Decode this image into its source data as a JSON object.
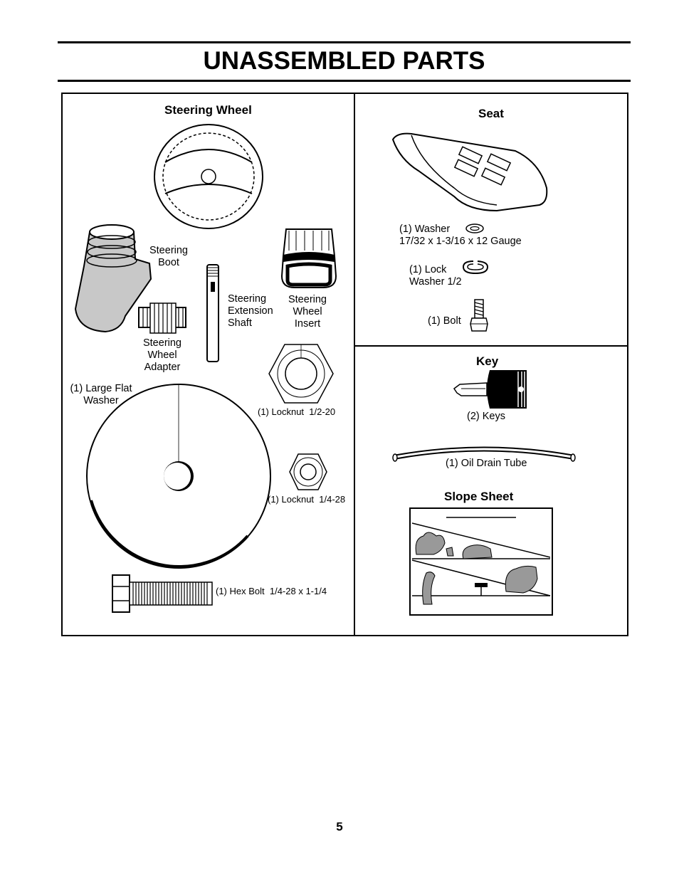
{
  "title": "UNASSEMBLED PARTS",
  "page_number": "5",
  "left_panel": {
    "heading": "Steering Wheel",
    "steering_boot": "Steering\nBoot",
    "steering_extension_shaft": "Steering\nExtension\nShaft",
    "steering_wheel_insert": "Steering\nWheel\nInsert",
    "steering_wheel_adapter": "Steering\nWheel\nAdapter",
    "large_flat_washer": "(1) Large Flat\nWasher",
    "locknut_large": "(1) Locknut  1/2-20",
    "locknut_small": "(1) Locknut  1/4-28",
    "hex_bolt": "(1) Hex Bolt  1/4-28 x 1-1/4"
  },
  "seat_panel": {
    "heading": "Seat",
    "washer": "(1) Washer\n17/32 x 1-3/16 x 12 Gauge",
    "lock_washer": "(1) Lock\nWasher 1/2",
    "bolt": "(1) Bolt"
  },
  "key_panel": {
    "heading": "Key",
    "keys": "(2) Keys",
    "oil_drain_tube": "(1) Oil Drain Tube",
    "slope_heading": "Slope Sheet"
  },
  "colors": {
    "ink": "#000000",
    "fill_gray": "#c8c8c8",
    "paper": "#ffffff"
  }
}
